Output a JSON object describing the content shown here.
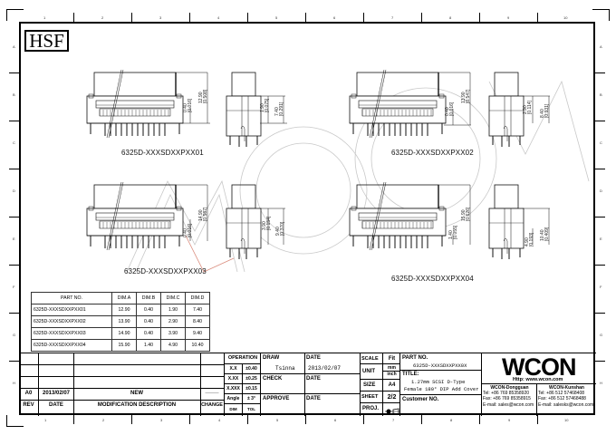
{
  "sheet": {
    "badge": "HSF",
    "column_labels": [
      "1",
      "2",
      "3",
      "4",
      "5",
      "6",
      "7",
      "8",
      "9",
      "10"
    ],
    "row_labels": [
      "A",
      "B",
      "C",
      "D",
      "E",
      "F",
      "G",
      "H"
    ],
    "watermark": "WCON"
  },
  "views": [
    {
      "caption": "6325D-XXXSDXXPXX01",
      "dims": {
        "A": "12.90",
        "A_in": "[0.508]",
        "B": "0.40",
        "B_in": "[0.016]",
        "C": "1.90",
        "C_in": "[0.075]",
        "D": "7.40",
        "D_in": "[0.291]"
      }
    },
    {
      "caption": "6325D-XXXSDXXPXX02",
      "dims": {
        "A": "13.90",
        "A_in": "[0.547]",
        "B": "0.40",
        "B_in": "[0.016]",
        "C": "2.90",
        "C_in": "[0.114]",
        "D": "8.40",
        "D_in": "[0.331]"
      }
    },
    {
      "caption": "6325D-XXXSDXXPXX03",
      "dims": {
        "A": "14.90",
        "A_in": "[0.587]",
        "B": "0.40",
        "B_in": "[0.016]",
        "C": "3.90",
        "C_in": "[0.154]",
        "D": "9.40",
        "D_in": "[0.370]"
      }
    },
    {
      "caption": "6325D-XXXSDXXPXX04",
      "dims": {
        "A": "15.90",
        "A_in": "[0.626]",
        "B": "1.40",
        "B_in": "[0.055]",
        "C": "4.90",
        "C_in": "[0.193]",
        "D": "10.40",
        "D_in": "[0.409]"
      }
    }
  ],
  "parts_table": {
    "headers": [
      "PART NO.",
      "DIM.A",
      "DIM.B",
      "DIM.C",
      "DIM.D"
    ],
    "rows": [
      [
        "6325D-XXXSDXXPXX01",
        "12.90",
        "0.40",
        "1.90",
        "7.40"
      ],
      [
        "6325D-XXXSDXXPXX02",
        "13.90",
        "0.40",
        "2.90",
        "8.40"
      ],
      [
        "6325D-XXXSDXXPXX03",
        "14.90",
        "0.40",
        "3.90",
        "9.40"
      ],
      [
        "6325D-XXXSDXXPXX04",
        "15.90",
        "1.40",
        "4.90",
        "10.40"
      ]
    ]
  },
  "revision_block": {
    "headers": {
      "rev": "REV",
      "date": "DATE",
      "description": "MODIFICATION  DESCRIPTION",
      "change": "CHANGE"
    },
    "entries": [
      {
        "rev": "A0",
        "date": "2013/02/07",
        "description": "NEW",
        "change": "———"
      }
    ]
  },
  "tolerance_block": {
    "header": "OPERATION",
    "rows": [
      {
        "dim": "X.X",
        "tol": "±0.40"
      },
      {
        "dim": "X.XX",
        "tol": "±0.25"
      },
      {
        "dim": "X.XXX",
        "tol": "±0.15"
      },
      {
        "dim": "Angle",
        "tol": "± 3°"
      }
    ],
    "footer": {
      "dim": "DIM",
      "tol": "TOL"
    }
  },
  "approval_block": {
    "draw_label": "DRAW",
    "draw_name": "Tsinna",
    "date_label": "DATE",
    "draw_date": "2013/02/07",
    "check_label": "CHECK",
    "check_date_label": "DATE",
    "approve_label": "APPROVE",
    "approve_date_label": "DATE"
  },
  "scale_block": {
    "scale_label": "SCALE",
    "scale_value": "Fit",
    "unit_label": "UNIT",
    "unit_value_top": "mm",
    "unit_value_bottom": "inch",
    "size_label": "SIZE",
    "size_value": "A4",
    "sheet_label": "SHEET",
    "sheet_value": "2/2",
    "proj_label": "PROJ.",
    "proj_symbol": "⌖"
  },
  "part_block": {
    "part_no_label": "PART NO.",
    "part_no_value": "6325D-XXXSDXXPXX0X",
    "title_label": "TITLE:",
    "title_line1": "1.27mm SCSI D-Type",
    "title_line2": "Female 180° DIP Add Cover",
    "customer_label": "Customer NO."
  },
  "company_block": {
    "logo": "WCON",
    "url": "Http: www.wcon.com",
    "offices": [
      {
        "name": "WCON-Dongguan",
        "tel": "Tel: +86 769 85358920",
        "fax": "Fax: +86 769 85358915",
        "email": "E-mail: sales@wcon.com"
      },
      {
        "name": "WCON-Kunshan",
        "tel": "Tel: +86 512 57468408",
        "fax": "Fax: +86 512 57468488",
        "email": "E-mail: salesks@wcon.com"
      }
    ]
  }
}
